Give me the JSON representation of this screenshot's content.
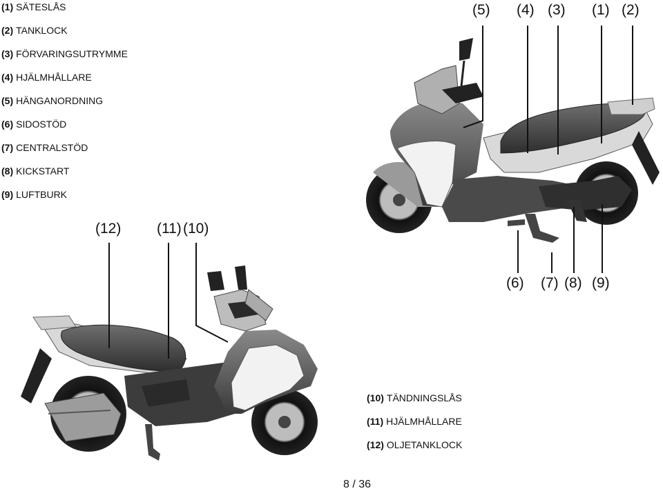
{
  "legend_top": [
    {
      "num": "(1)",
      "label": "SÄTESLÅS"
    },
    {
      "num": "(2)",
      "label": "TANKLOCK"
    },
    {
      "num": "(3)",
      "label": "FÖRVARINGSUTRYMME"
    },
    {
      "num": "(4)",
      "label": "HJÄLMHÅLLARE"
    },
    {
      "num": "(5)",
      "label": "HÄNGANORDNING"
    },
    {
      "num": "(6)",
      "label": "SIDOSTÖD"
    },
    {
      "num": "(7)",
      "label": "CENTRALSTÖD"
    },
    {
      "num": "(8)",
      "label": "KICKSTART"
    },
    {
      "num": "(9)",
      "label": "LUFTBURK"
    }
  ],
  "legend_bottom": [
    {
      "num": "(10)",
      "label": "TÄNDNINGSLÅS"
    },
    {
      "num": "(11)",
      "label": "HJÄLMHÅLLARE"
    },
    {
      "num": "(12)",
      "label": "OLJETANKLOCK"
    }
  ],
  "callouts": {
    "c5": "(5)",
    "c4": "(4)",
    "c3": "(3)",
    "c1": "(1)",
    "c2": "(2)",
    "c6": "(6)",
    "c7": "(7)",
    "c8": "(8)",
    "c9": "(9)",
    "c12": "(12)",
    "c11": "(11)",
    "c10": "(10)"
  },
  "page_number": "8 / 36"
}
